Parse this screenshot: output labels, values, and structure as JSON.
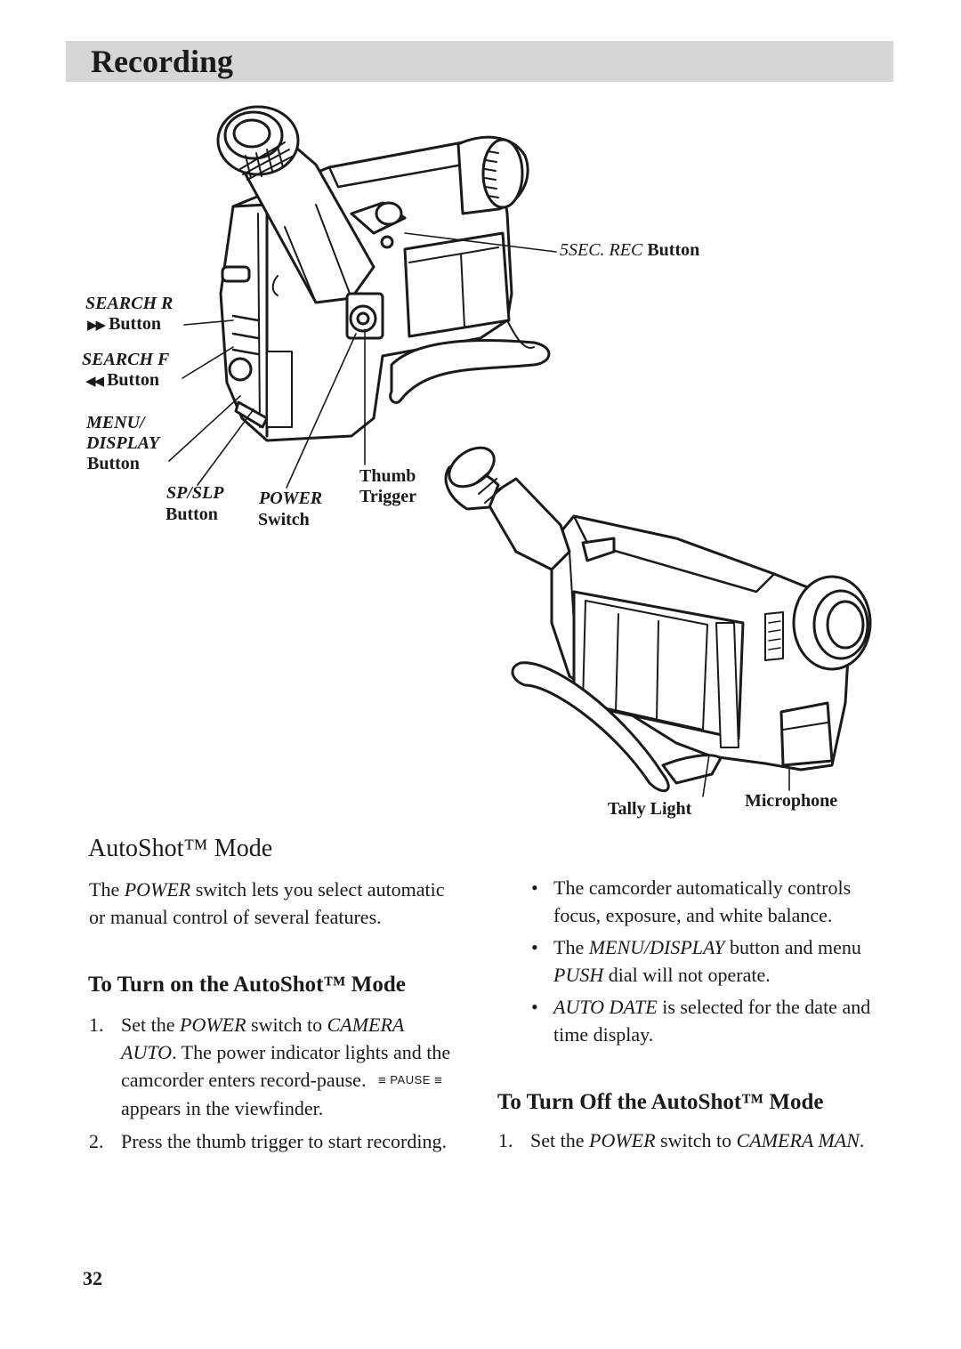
{
  "header": {
    "title": "Recording"
  },
  "figure": {
    "label_5sec_italic": "5SEC. REC",
    "label_5sec_plain": "Button",
    "label_search_r_italic": "SEARCH R",
    "label_ff_glyph": "▶▶",
    "label_search_r_button": "Button",
    "label_search_f_italic": "SEARCH F",
    "label_rew_glyph": "◀◀",
    "label_search_f_button": "Button",
    "label_menu_line1": "MENU/",
    "label_menu_line2": "DISPLAY",
    "label_menu_button": "Button",
    "label_spslp_italic": "SP/SLP",
    "label_spslp_button": "Button",
    "label_power_italic": "POWER",
    "label_power_switch": "Switch",
    "label_thumb_line1": "Thumb",
    "label_thumb_line2": "Trigger",
    "label_tally": "Tally Light",
    "label_microphone": "Microphone"
  },
  "autoshot": {
    "title": "AutoShot™ Mode",
    "intro_a": "The ",
    "intro_power": "POWER",
    "intro_b": " switch lets you select automatic or manual control of several features.",
    "turn_on_title": "To Turn on the AutoShot™ Mode",
    "step1_num": "1.",
    "step1_a": "Set the ",
    "step1_power": "POWER",
    "step1_b": " switch to ",
    "step1_camera": "CAMERA AUTO",
    "step1_c": ". The power indicator lights and the camcorder enters record-pause.",
    "pause_icon": "PAUSE",
    "step1_d": "appears in the viewfinder.",
    "step2_num": "2.",
    "step2_text": "Press the thumb trigger to start recording.",
    "bullet1": "The camcorder automatically controls focus, exposure, and white balance.",
    "bullet2_a": "The ",
    "bullet2_menu": "MENU/DISPLAY",
    "bullet2_b": " button and menu ",
    "bullet2_push": "PUSH",
    "bullet2_c": " dial will not operate.",
    "bullet3_auto": "AUTO DATE",
    "bullet3_b": " is selected for the date and time display.",
    "turn_off_title": "To Turn Off the AutoShot™ Mode",
    "off_step1_num": "1.",
    "off_step1_a": "Set the ",
    "off_step1_power": "POWER",
    "off_step1_b": " switch to ",
    "off_step1_camera": "CAMERA MAN",
    "off_step1_c": "."
  },
  "page_number": "32"
}
